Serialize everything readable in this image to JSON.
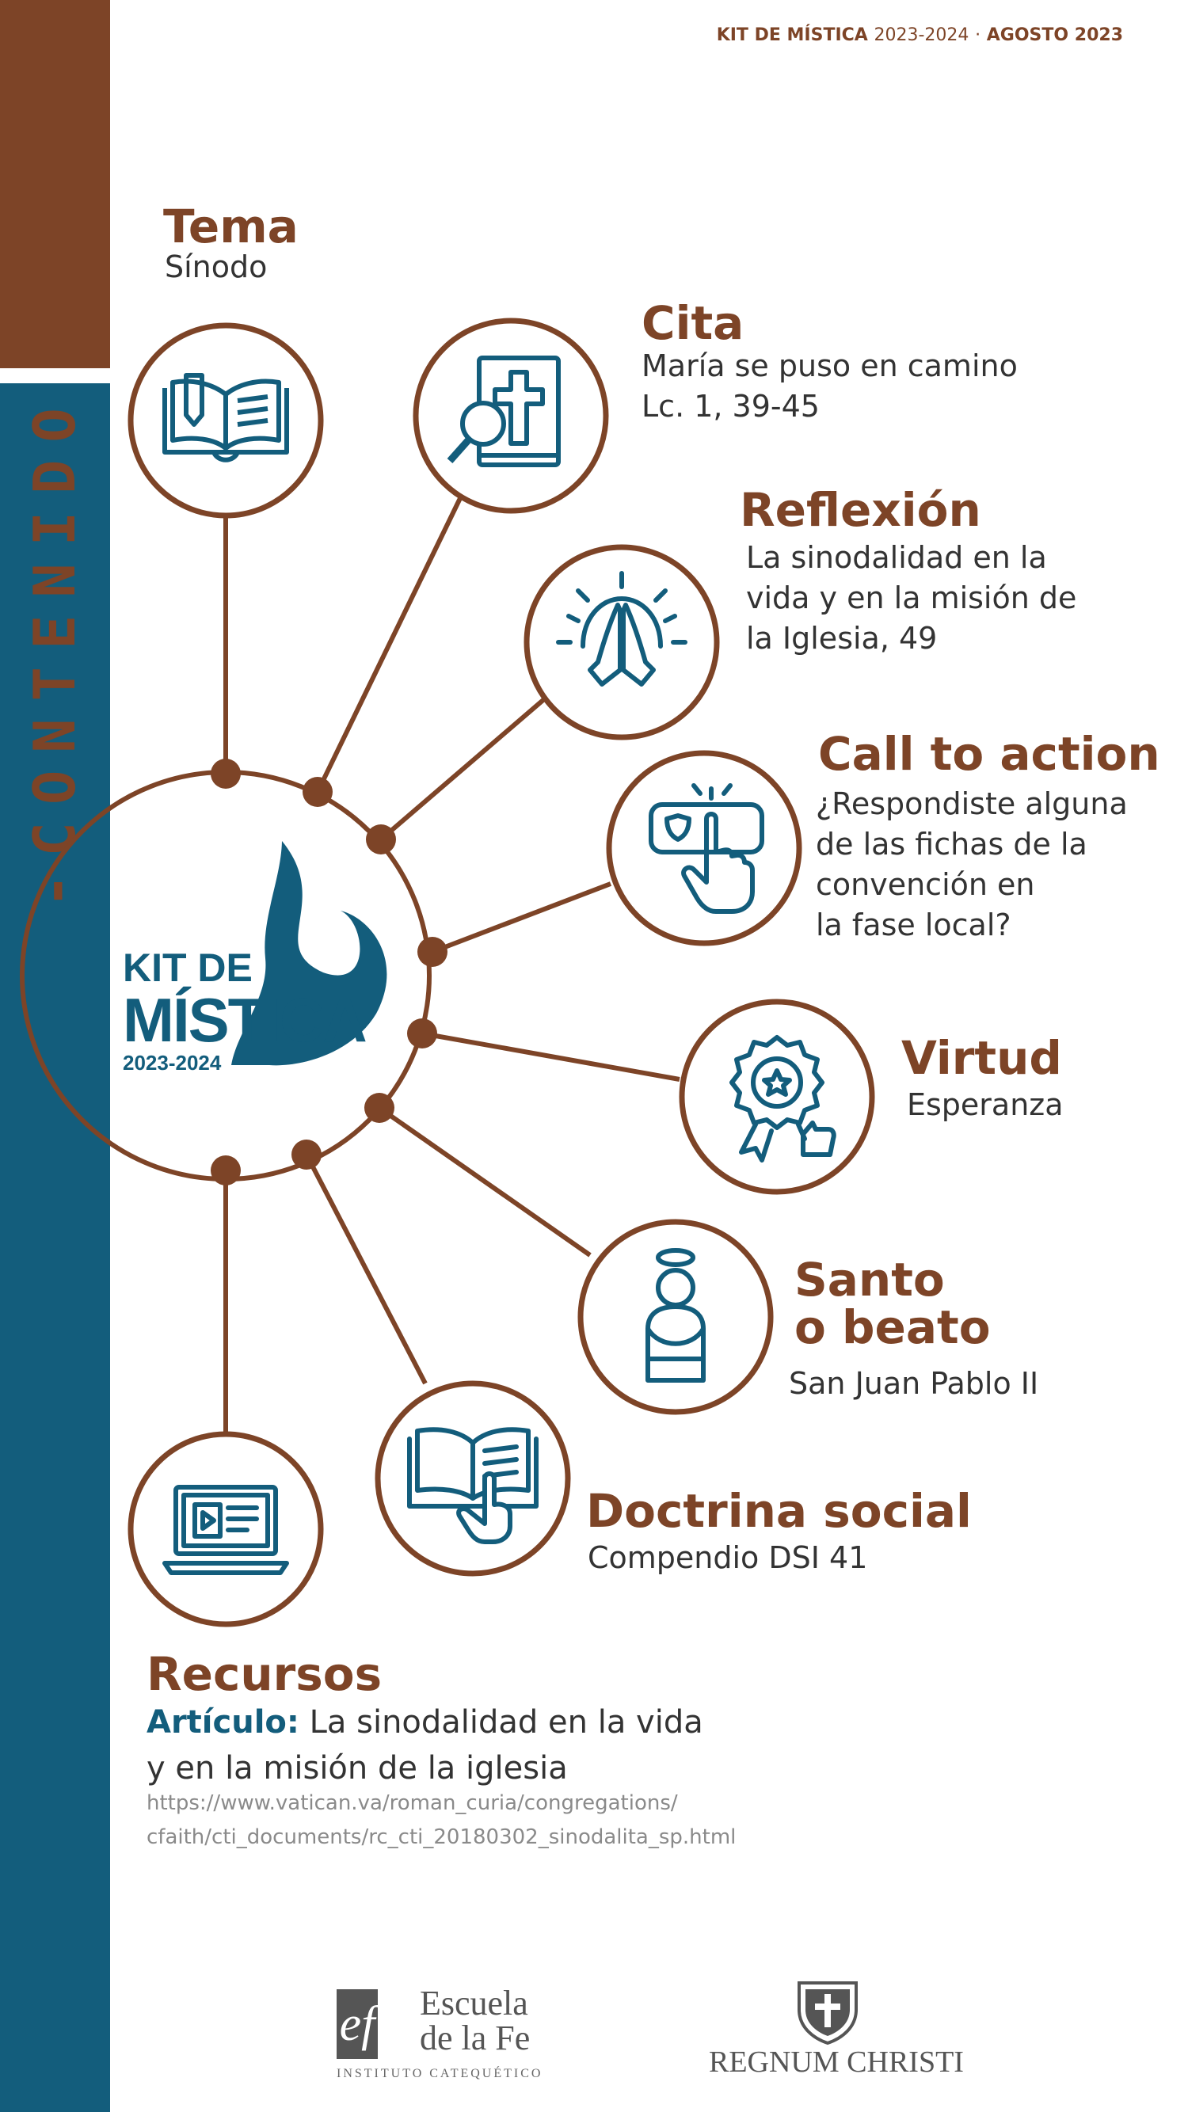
{
  "header": {
    "brand": "KIT DE MÍSTICA",
    "years": "2023-2024",
    "separator": "·",
    "date": "AGOSTO 2023"
  },
  "sidebar": {
    "label": "-CONTENIDO"
  },
  "center_logo": {
    "line1": "KIT DE",
    "line2": "MÍSTICA",
    "line3": "2023-2024"
  },
  "items": [
    {
      "title": "Tema",
      "text": "Sínodo",
      "icon": "open-book-pen-icon"
    },
    {
      "title": "Cita",
      "text": "María se puso en camino\nLc. 1, 39-45",
      "icon": "bible-magnifier-icon"
    },
    {
      "title": "Reflexión",
      "text": "La sinodalidad en la\nvida y en la misión de\nla Iglesia, 49",
      "icon": "praying-hands-icon"
    },
    {
      "title": "Call to action",
      "text": "¿Respondiste alguna\nde las fichas de la\nconvención en\nla fase local?",
      "icon": "hand-click-icon"
    },
    {
      "title": "Virtud",
      "text": "Esperanza",
      "icon": "award-badge-icon"
    },
    {
      "title": "Santo\no beato",
      "text": "San Juan Pablo II",
      "icon": "saint-halo-icon"
    },
    {
      "title": "Doctrina social",
      "text": "Compendio DSI 41",
      "icon": "book-hand-icon"
    },
    {
      "title": "Recursos",
      "text": "",
      "icon": "laptop-video-icon"
    }
  ],
  "resources": {
    "article_label": "Artículo:",
    "article_text": " La sinodalidad en la vida\ny en la misión de la iglesia",
    "url": "https://www.vatican.va/roman_curia/congregations/\ncfaith/cti_documents/rc_cti_20180302_sinodalita_sp.html"
  },
  "footer": {
    "ef_mark": "ef",
    "ef_name": "Escuela\nde la Fe",
    "ef_sub": "INSTITUTO CATEQUÉTICO",
    "rc_name": "REGNUM CHRISTI"
  },
  "colors": {
    "brown": "#7d4427",
    "blue": "#135d7c",
    "text": "#333333"
  }
}
